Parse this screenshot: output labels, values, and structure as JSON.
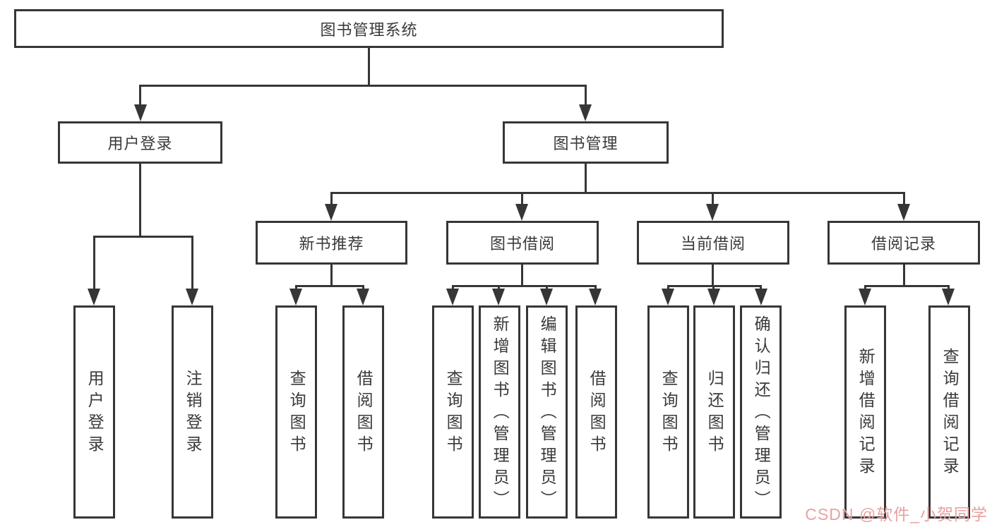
{
  "diagram": {
    "root": {
      "label": "图书管理系统"
    },
    "branches": [
      {
        "label": "用户登录",
        "children": [
          {
            "label": "用户登录"
          },
          {
            "label": "注销登录"
          }
        ]
      },
      {
        "label": "图书管理",
        "children": [
          {
            "label": "新书推荐",
            "children": [
              {
                "label": "查询图书"
              },
              {
                "label": "借阅图书"
              }
            ]
          },
          {
            "label": "图书借阅",
            "children": [
              {
                "label": "查询图书"
              },
              {
                "label": "新增图书（管理员）"
              },
              {
                "label": "编辑图书（管理员）"
              },
              {
                "label": "借阅图书"
              }
            ]
          },
          {
            "label": "当前借阅",
            "children": [
              {
                "label": "查询图书"
              },
              {
                "label": "归还图书"
              },
              {
                "label": "确认归还（管理员）"
              }
            ]
          },
          {
            "label": "借阅记录",
            "children": [
              {
                "label": "新增借阅记录"
              },
              {
                "label": "查询借阅记录"
              }
            ]
          }
        ]
      }
    ]
  },
  "watermark": {
    "text": "CSDN @软件_小贺同学"
  },
  "colors": {
    "line": "#363636",
    "box_border": "#363636",
    "text": "#3a3a3a",
    "background": "#ffffff",
    "watermark": "#e8a1a1"
  }
}
